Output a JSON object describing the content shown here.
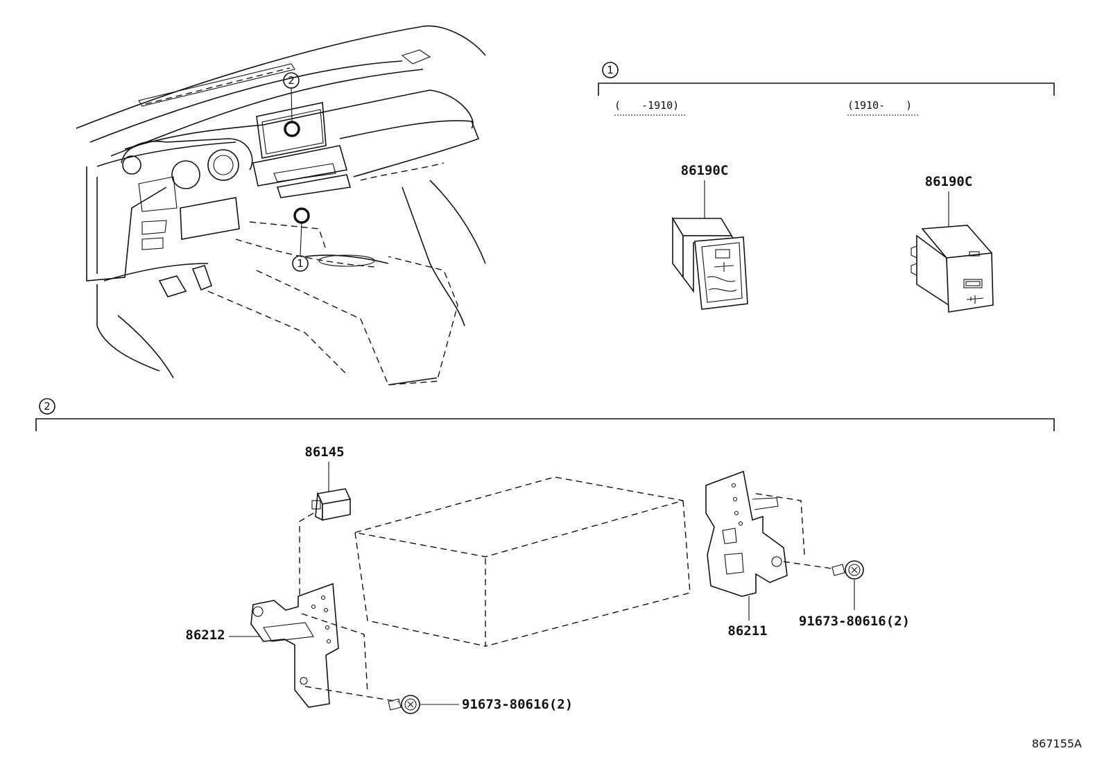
{
  "section_markers": {
    "one": "1",
    "two": "2"
  },
  "overview": {
    "callout_two": "2",
    "callout_one": "1"
  },
  "section_one": {
    "range_left": "(　　-1910)",
    "range_right": "(1910-　　)",
    "part_left": "86190C",
    "part_right": "86190C"
  },
  "section_two": {
    "part_86145": "86145",
    "part_86212": "86212",
    "part_86211": "86211",
    "bolt_left": "91673-80616(2)",
    "bolt_right": "91673-80616(2)"
  },
  "diagram_id": "867155A"
}
